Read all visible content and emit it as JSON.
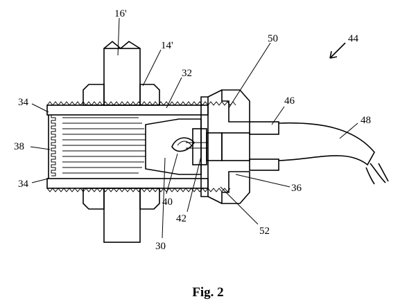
{
  "figure": {
    "caption": "Fig. 2",
    "labels": {
      "l16p": "16'",
      "l14p": "14'",
      "l32": "32",
      "l50": "50",
      "l44": "44",
      "l46": "46",
      "l48": "48",
      "l34a": "34",
      "l34b": "34",
      "l38": "38",
      "l30": "30",
      "l40": "40",
      "l42": "42",
      "l36": "36",
      "l52": "52"
    }
  }
}
